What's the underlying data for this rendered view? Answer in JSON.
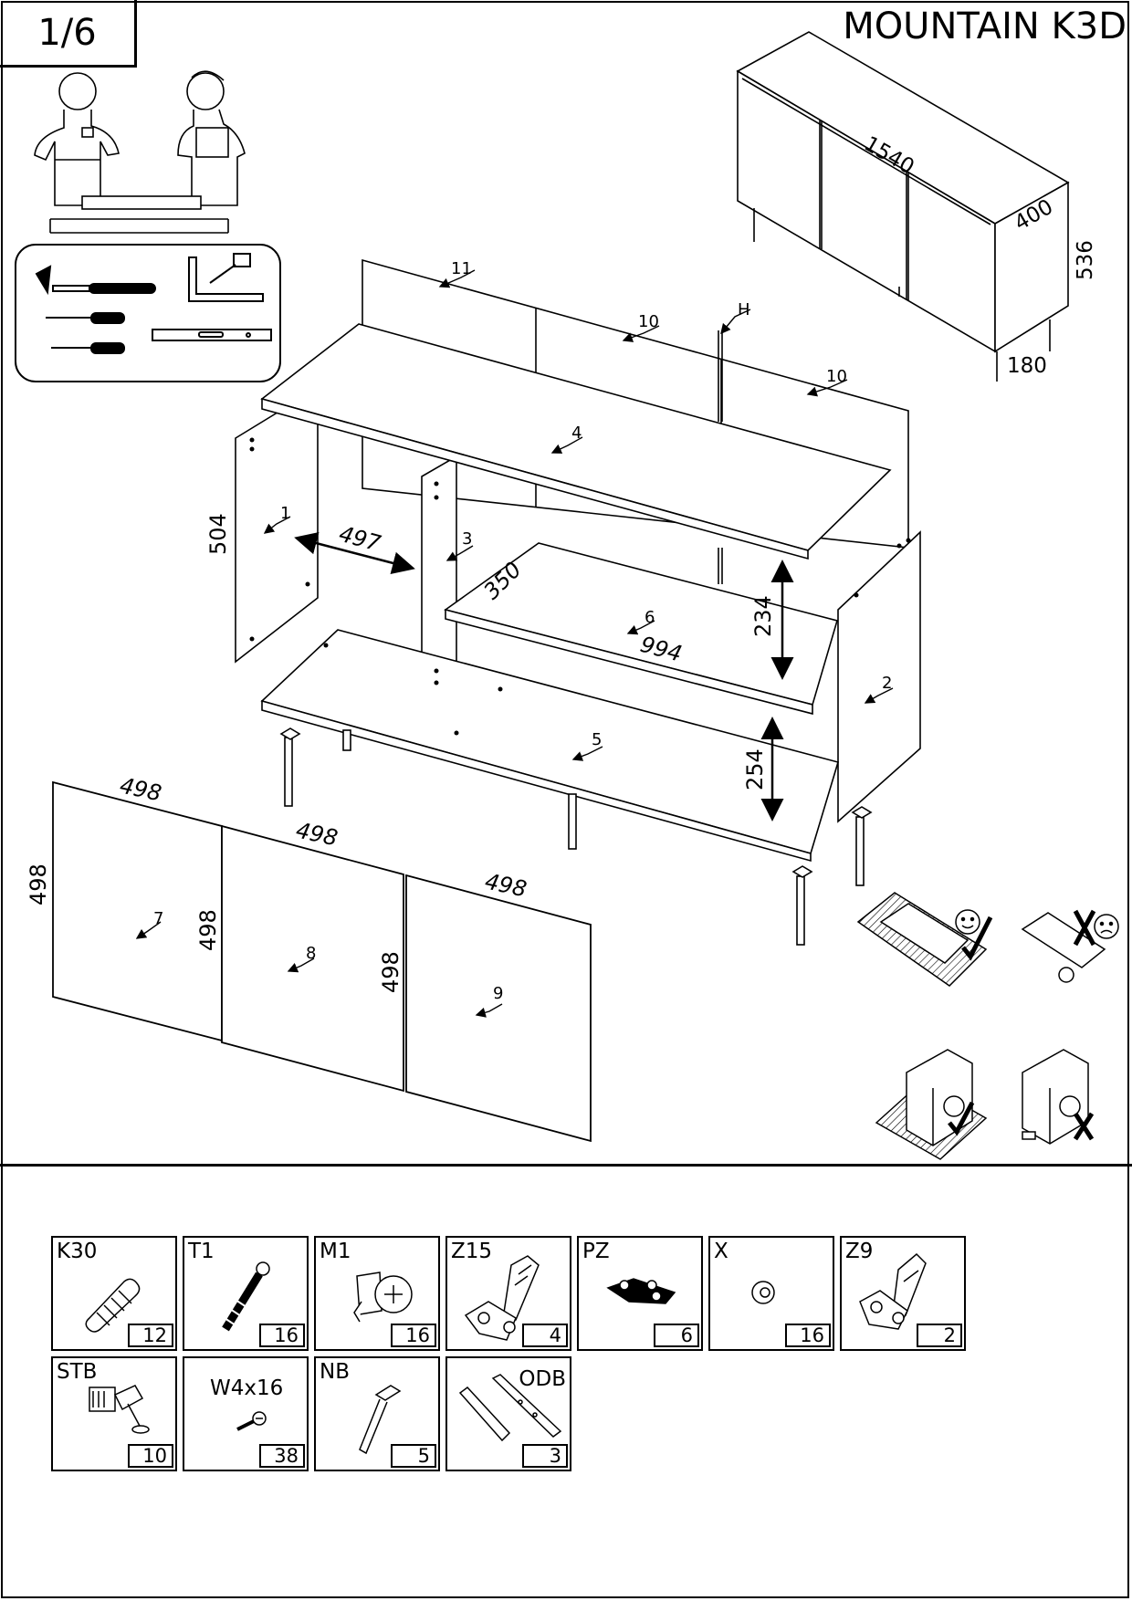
{
  "page": {
    "number": "1/6",
    "title": "MOUNTAIN K3D"
  },
  "overall_dimensions": {
    "width": "1540",
    "depth": "400",
    "height": "536",
    "leg_height": "180"
  },
  "panel_labels": [
    "1",
    "2",
    "3",
    "4",
    "5",
    "6",
    "7",
    "8",
    "9",
    "10",
    "10",
    "11",
    "H"
  ],
  "dimensions": {
    "side_height": "504",
    "inner_width": "497",
    "shelf_depth": "350",
    "shelf_width": "994",
    "upper_gap": "234",
    "lower_gap": "254",
    "door_1_width": "498",
    "door_1_height": "498",
    "door_2_width": "498",
    "door_2_height": "498",
    "door_3_width": "498",
    "door_3_height": "498"
  },
  "hardware": [
    {
      "code": "K30",
      "qty": "12",
      "icon": "dowel-icon"
    },
    {
      "code": "T1",
      "qty": "16",
      "icon": "connector-bolt-icon"
    },
    {
      "code": "M1",
      "qty": "16",
      "icon": "cam-lock-icon"
    },
    {
      "code": "Z15",
      "qty": "4",
      "icon": "hinge-icon"
    },
    {
      "code": "PZ",
      "qty": "6",
      "icon": "mounting-plate-icon"
    },
    {
      "code": "X",
      "qty": "16",
      "icon": "bumper-icon"
    },
    {
      "code": "Z9",
      "qty": "2",
      "icon": "hinge-icon"
    },
    {
      "code": "STB",
      "qty": "10",
      "icon": "bracket-screw-icon"
    },
    {
      "code": "W4x16",
      "qty": "38",
      "icon": "screw-icon"
    },
    {
      "code": "NB",
      "qty": "5",
      "icon": "leg-icon"
    },
    {
      "code": "ODB",
      "qty": "3",
      "icon": "handle-icon"
    }
  ]
}
